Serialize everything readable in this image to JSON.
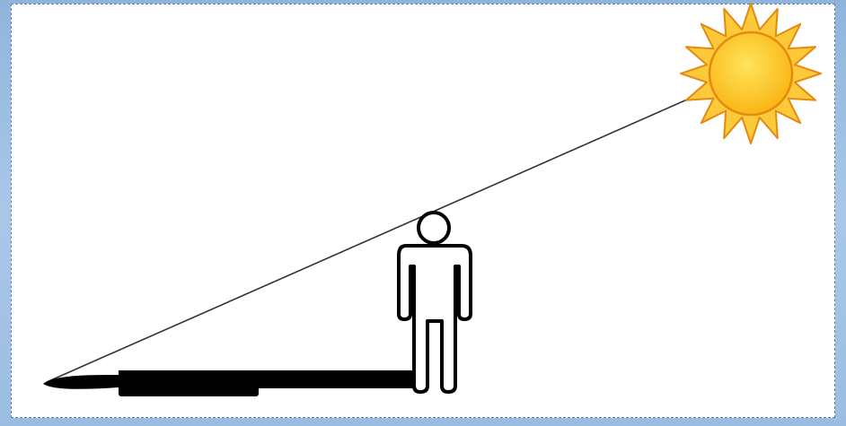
{
  "figure": {
    "elements": [
      "sun",
      "person",
      "light-ray",
      "shadow"
    ],
    "colors": {
      "frame_blue": "#a9c8e8",
      "panel_border": "#5e7e9e",
      "sun_core": "#f9b616",
      "sun_ray": "#fcc93a",
      "sun_outline": "#e58a10",
      "shadow": "#000000",
      "ray_line": "#333333"
    },
    "icons": {
      "sun": "sun-icon",
      "person": "person-icon"
    }
  }
}
